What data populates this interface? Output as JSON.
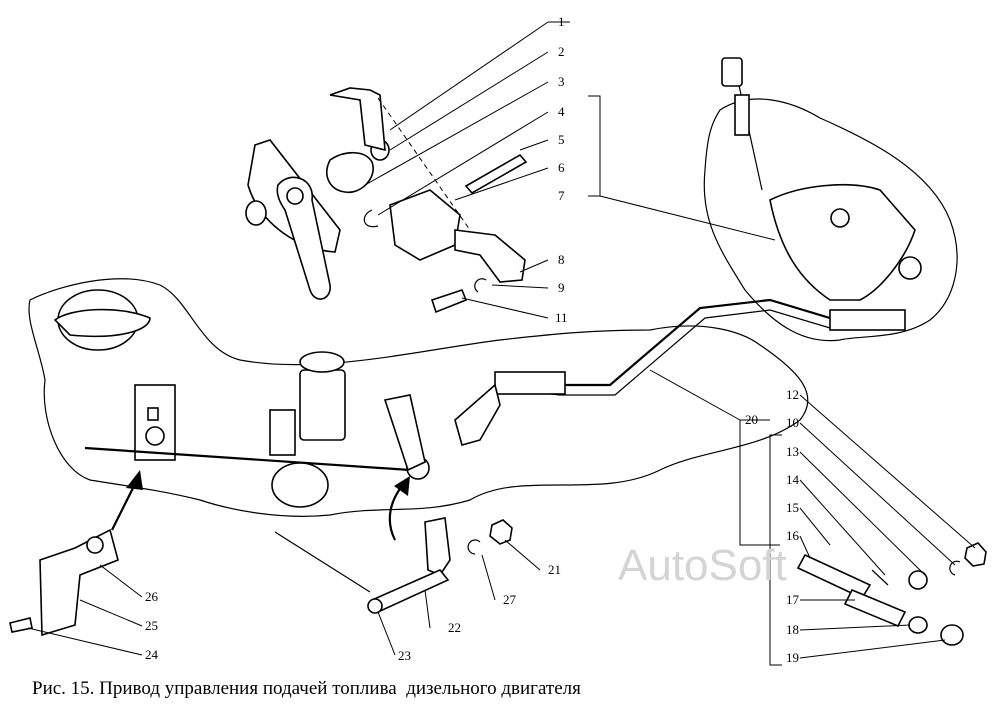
{
  "figure": {
    "caption": "Рис. 15. Привод управления подачей топлива  дизельного двигателя",
    "watermark": "AutoSoft"
  },
  "callouts": {
    "c1": "1",
    "c2": "2",
    "c3": "3",
    "c4": "4",
    "c5": "5",
    "c6": "6",
    "c7": "7",
    "c8": "8",
    "c9": "9",
    "c11": "11",
    "c12": "12",
    "c10": "10",
    "c13": "13",
    "c14": "14",
    "c15": "15",
    "c16": "16",
    "c20": "20",
    "c17": "17",
    "c18": "18",
    "c19": "19",
    "c21": "21",
    "c27": "27",
    "c22": "22",
    "c23": "23",
    "c26": "26",
    "c25": "25",
    "c24": "24"
  }
}
